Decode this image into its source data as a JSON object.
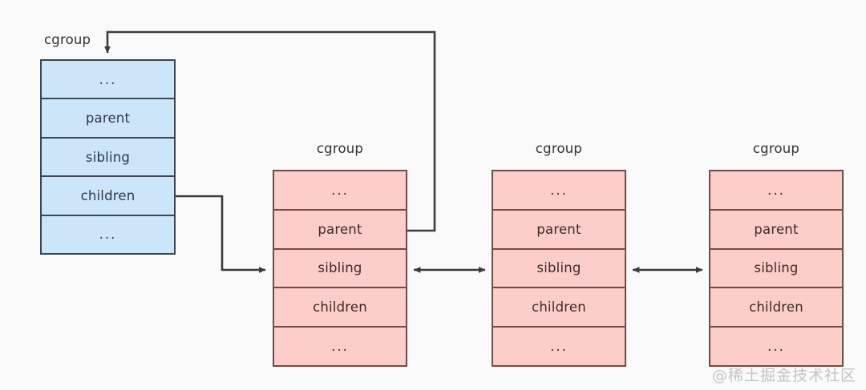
{
  "diagram": {
    "title_label": "cgroup",
    "row_labels": {
      "ellipsis": "...",
      "parent": "parent",
      "sibling": "sibling",
      "children": "children"
    },
    "nodes": [
      {
        "id": "node-1",
        "label": "cgroup",
        "color": "#cde5f9",
        "border": "#3c4551",
        "rows": [
          "...",
          "parent",
          "sibling",
          "children",
          "..."
        ]
      },
      {
        "id": "node-2",
        "label": "cgroup",
        "color": "#fccdc9",
        "border": "#6f4b49",
        "rows": [
          "...",
          "parent",
          "sibling",
          "children",
          "..."
        ]
      },
      {
        "id": "node-3",
        "label": "cgroup",
        "color": "#fccdc9",
        "border": "#6f4b49",
        "rows": [
          "...",
          "parent",
          "sibling",
          "children",
          "..."
        ]
      },
      {
        "id": "node-4",
        "label": "cgroup",
        "color": "#fccdc9",
        "border": "#6f4b49",
        "rows": [
          "...",
          "parent",
          "sibling",
          "children",
          "..."
        ]
      }
    ],
    "edges": [
      {
        "name": "children-to-node2-sibling",
        "from": "node-1.children",
        "to": "node-2.sibling",
        "arrow": "single"
      },
      {
        "name": "node2-parent-to-node1",
        "from": "node-2.parent",
        "to": "node-1.top",
        "arrow": "single"
      },
      {
        "name": "node2-node3-sibling",
        "from": "node-2.sibling",
        "to": "node-3.sibling",
        "arrow": "double"
      },
      {
        "name": "node3-node4-sibling",
        "from": "node-3.sibling",
        "to": "node-4.sibling",
        "arrow": "double"
      }
    ],
    "stroke_color": "#3b3b3b",
    "background": "#fafafa"
  },
  "watermark": {
    "text": "@稀土掘金技术社区"
  }
}
